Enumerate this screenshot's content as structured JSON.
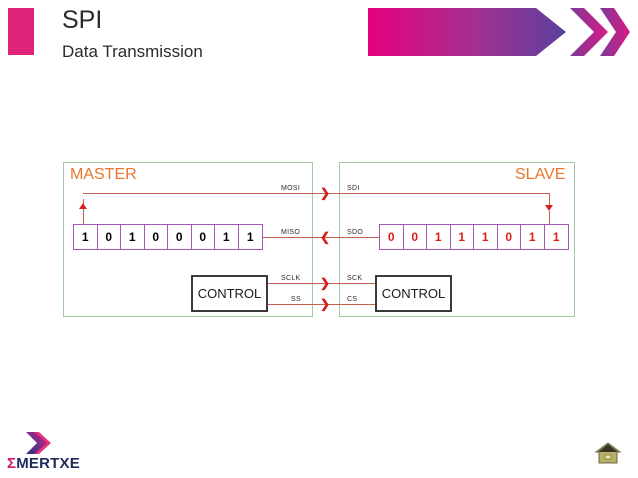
{
  "header": {
    "title": "SPI",
    "subtitle": "Data Transmission",
    "accent_color": "#dd2479",
    "arrow_gradient_from": "#e6007e",
    "arrow_gradient_to": "#5b3f9e"
  },
  "diagram": {
    "panel_border_color": "#9ecb9e",
    "panel_title_color": "#e8762c",
    "wire_color": "#c4604f",
    "arrow_color": "#d42020",
    "register_border_color": "#a05ab5",
    "master": {
      "title": "MASTER",
      "register_bits": [
        "1",
        "0",
        "1",
        "0",
        "0",
        "0",
        "1",
        "1"
      ],
      "register_bit_color": "#000000",
      "control_label": "CONTROL",
      "signals": [
        "MOSI",
        "MISO",
        "SCLK",
        "SS"
      ]
    },
    "slave": {
      "title": "SLAVE",
      "register_bits": [
        "0",
        "0",
        "1",
        "1",
        "1",
        "0",
        "1",
        "1"
      ],
      "register_bit_color": "#e01b1b",
      "control_label": "CONTROL",
      "signals": [
        "SDI",
        "SDO",
        "SCK",
        "CS"
      ]
    },
    "bus_arrows": [
      {
        "signal": "MOSI",
        "direction": "right"
      },
      {
        "signal": "MISO",
        "direction": "left"
      },
      {
        "signal": "SCLK",
        "direction": "right"
      },
      {
        "signal": "SS",
        "direction": "right"
      }
    ]
  },
  "footer": {
    "logo_sigma": "Σ",
    "logo_text": "MERTXE",
    "logo_text_color": "#1f2a5a",
    "home_icon": "home-icon"
  }
}
